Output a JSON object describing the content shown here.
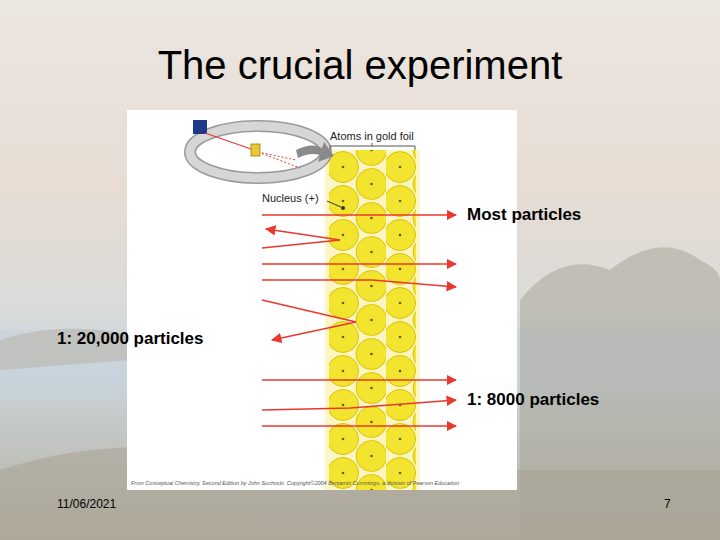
{
  "diagram": {
    "title": "The crucial experiment",
    "labels": [
      "Atoms in gold foil",
      "Nucleus (+)",
      "Most particles",
      "1: 20,000 particles",
      "1: 8000 particles",
      "From Conceptual Chemistry, Second Edition by John Suchocki. Copyright©2004 Benjamin Cummings, a division of Pearson Education",
      "11/06/2021",
      "7"
    ]
  }
}
